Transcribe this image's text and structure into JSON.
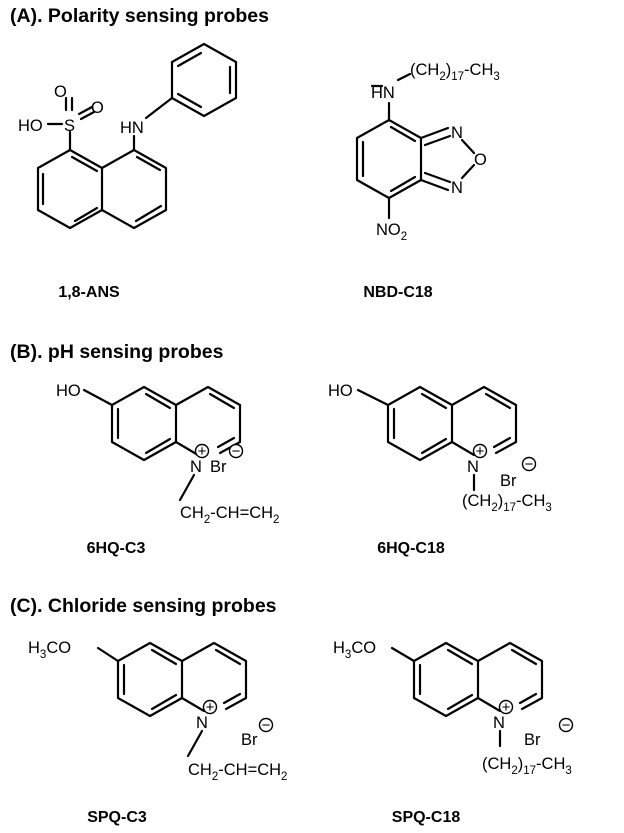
{
  "sections": [
    {
      "heading": "(A).  Polarity sensing probes",
      "molecules": [
        {
          "caption": "1,8-ANS",
          "atoms": {
            "sulfur": "S",
            "hydroxyl": "HO",
            "oxygen_1": "O",
            "oxygen_2": "O",
            "amine": "HN"
          }
        },
        {
          "caption": "NBD-C18",
          "atoms": {
            "amine": "HN",
            "chain_open": "(CH",
            "sub_2": "2",
            "chain_mid": ")",
            "sub_17": "17",
            "chain_end": "-CH",
            "sub_3": "3",
            "n_upper": "N",
            "oxygen": "O",
            "n_lower": "N",
            "nitro": "NO",
            "nitro_sub": "2"
          }
        }
      ]
    },
    {
      "heading": "(B).  pH sensing probes",
      "molecules": [
        {
          "caption": "6HQ-C3",
          "atoms": {
            "hydroxyl": "HO",
            "nitrogen": "N",
            "plus": "+",
            "bromide": "Br",
            "minus": "−",
            "chain_a": "CH",
            "sub_2a": "2",
            "chain_b": "-CH=CH",
            "sub_2b": "2"
          }
        },
        {
          "caption": "6HQ-C18",
          "atoms": {
            "hydroxyl": "HO",
            "nitrogen": "N",
            "plus": "+",
            "bromide": "Br",
            "minus": "−",
            "chain_open": "(CH",
            "sub_2": "2",
            "chain_mid": ")",
            "sub_17": "17",
            "chain_end": "-CH",
            "sub_3": "3"
          }
        }
      ]
    },
    {
      "heading": "(C).  Chloride sensing probes",
      "molecules": [
        {
          "caption": "SPQ-C3",
          "atoms": {
            "methoxy_h": "H",
            "methoxy_sub": "3",
            "methoxy_co": "CO",
            "nitrogen": "N",
            "plus": "+",
            "bromide": "Br",
            "minus": "−",
            "chain_a": "CH",
            "sub_2a": "2",
            "chain_b": "-CH=CH",
            "sub_2b": "2"
          }
        },
        {
          "caption": "SPQ-C18",
          "atoms": {
            "methoxy_h": "H",
            "methoxy_sub": "3",
            "methoxy_co": "CO",
            "nitrogen": "N",
            "plus": "+",
            "bromide": "Br",
            "minus": "−",
            "chain_open": "(CH",
            "sub_2": "2",
            "chain_mid": ")",
            "sub_17": "17",
            "chain_end": "-CH",
            "sub_3": "3"
          }
        }
      ]
    }
  ]
}
